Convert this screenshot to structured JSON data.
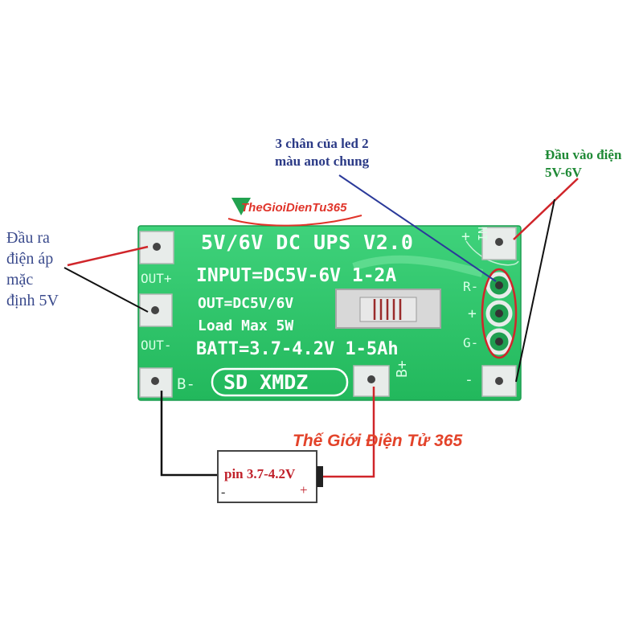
{
  "labels": {
    "output_label": [
      "Đầu ra",
      "điện áp",
      "mặc",
      "định 5V"
    ],
    "led_label": [
      "3 chân của led 2",
      "màu anot chung"
    ],
    "input_label": [
      "Đầu vào điện",
      "5V-6V"
    ],
    "battery_label": "pin 3.7-4.2V",
    "battery_minus": "-",
    "battery_plus": "+",
    "watermark": "Thế Giới Điện Tử 365",
    "logo_text": "TheGioiDienTu365"
  },
  "pcb": {
    "title": "5V/6V DC UPS V2.0",
    "line1": "INPUT=DC5V-6V 1-2A",
    "line2": "OUT=DC5V/6V",
    "line3": "Load Max 5W",
    "line4": "BATT=3.7-4.2V 1-5Ah",
    "brand": "SD XMDZ",
    "pin_out_plus": "OUT+",
    "pin_out_minus": "OUT-",
    "pin_b_minus": "B-",
    "pin_b_plus": "B+",
    "pin_in_plus": "+",
    "pin_in": "IN",
    "pin_r": "R-",
    "pin_mid": "+",
    "pin_g": "G-",
    "pin_gnd": "-"
  },
  "colors": {
    "pcb_green": "#2cc96a",
    "red_wire": "#d0252a",
    "black_wire": "#111111",
    "blue_line": "#2b3a9a"
  }
}
